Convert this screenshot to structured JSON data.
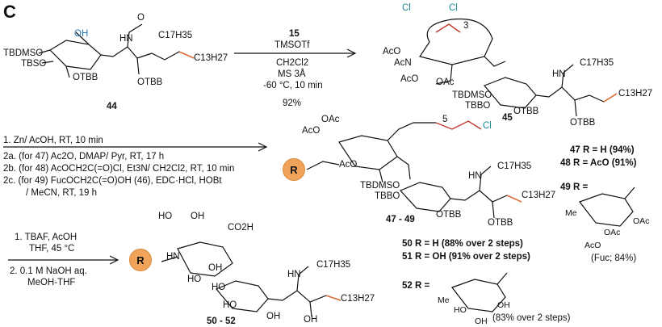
{
  "panel_label": "C",
  "compounds": {
    "c44": "44",
    "c45": "45",
    "c4749": "47 - 49",
    "c5052": "50 - 52"
  },
  "groups": {
    "oh": "OH",
    "tbdmso": "TBDMSO",
    "tbso": "TBSO",
    "otbb": "OTBB",
    "hn": "HN",
    "o": "O",
    "c17h35": "C17H35",
    "c13h27": "C13H27",
    "aco": "AcO",
    "oac": "OAc",
    "ach": "AcN",
    "cl": "Cl",
    "n3": "3",
    "n5": "5",
    "tbbo": "TBBO",
    "co2h": "CO2H",
    "ho": "HO",
    "hn2": "HN",
    "me": "Me",
    "r": "R"
  },
  "step1": {
    "reagent_num": "15",
    "reagent": "TMSOTf",
    "solvent": "CH2Cl2",
    "sieves": "MS 3Å",
    "conditions": "-60 °C, 10 min",
    "yield": "92%"
  },
  "step2": {
    "line1": "1. Zn/ AcOH, RT, 10 min",
    "line2a": "2a. (for 47) Ac2O, DMAP/ Pyr, RT, 17 h",
    "line2b": "2b. (for 48) AcOCH2C(=O)Cl, Et3N/ CH2Cl2, RT, 10 min",
    "line2c": "2c. (for 49) FucOCH2C(=O)OH (46), EDC·HCl, HOBt",
    "line2c2": "/ MeCN, RT, 19 h"
  },
  "step3": {
    "line1": "1. TBAF, AcOH",
    "line1b": "THF, 45 °C",
    "line2": "2. 0.1 M NaOH aq.",
    "line2b": "MeOH-THF"
  },
  "results": {
    "r47": "47 R = H (94%)",
    "r48": "48 R = AcO (91%)",
    "r49": "49 R =",
    "fuc": "(Fuc; 84%)",
    "r50": "50 R = H (88% over 2 steps)",
    "r51": "51 R = OH (91% over 2 steps)",
    "r52": "52 R =",
    "r52y": "(83% over 2 steps)"
  },
  "colors": {
    "accent_blue": "#2a78b8",
    "alkene_orange": "#e0703a",
    "linker_red": "#c0392b",
    "badge": "#f0a45a"
  }
}
